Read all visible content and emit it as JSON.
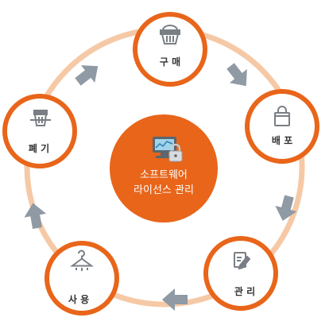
{
  "center": {
    "line1": "소프트웨어",
    "line2": "라이선스 관리",
    "icon": "computer-lock-icon"
  },
  "stages": [
    {
      "label": "구 매",
      "icon": "basket-icon"
    },
    {
      "label": "배 포",
      "icon": "shopping-bag-icon"
    },
    {
      "label": "관 리",
      "icon": "edit-document-icon"
    },
    {
      "label": "사 용",
      "icon": "hanger-icon"
    },
    {
      "label": "폐 기",
      "icon": "trash-bin-icon"
    }
  ],
  "colors": {
    "accent": "#e8651a",
    "ring": "#f6c9a6",
    "arrow": "#8f9aa4",
    "icon": "#7a7f85",
    "label": "#333333",
    "node_fill": "#ffffff"
  }
}
